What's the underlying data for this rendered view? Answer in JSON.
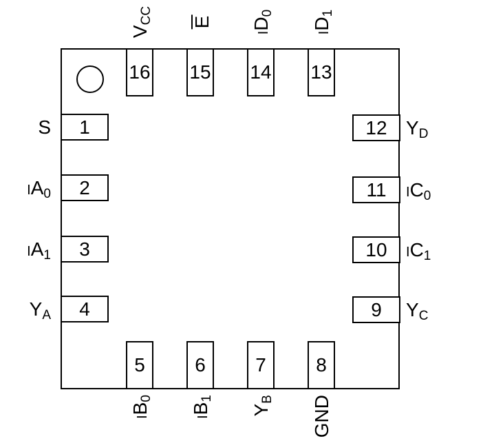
{
  "colors": {
    "background": "#ffffff",
    "line": "#000000",
    "text": "#000000"
  },
  "icons": {
    "pin1_indicator": "circle"
  },
  "pins": [
    {
      "number": "1",
      "side": "left",
      "signal": "S",
      "label": {
        "base": "S"
      }
    },
    {
      "number": "2",
      "side": "left",
      "signal": "IA0",
      "label": {
        "pre": "I",
        "base": "A",
        "sub": "0"
      }
    },
    {
      "number": "3",
      "side": "left",
      "signal": "IA1",
      "label": {
        "pre": "I",
        "base": "A",
        "sub": "1"
      }
    },
    {
      "number": "4",
      "side": "left",
      "signal": "YA",
      "label": {
        "base": "Y",
        "sub": "A"
      }
    },
    {
      "number": "5",
      "side": "bottom",
      "signal": "IB0",
      "label": {
        "pre": "I",
        "base": "B",
        "sub": "0"
      }
    },
    {
      "number": "6",
      "side": "bottom",
      "signal": "IB1",
      "label": {
        "pre": "I",
        "base": "B",
        "sub": "1"
      }
    },
    {
      "number": "7",
      "side": "bottom",
      "signal": "YB",
      "label": {
        "base": "Y",
        "sub": "B"
      }
    },
    {
      "number": "8",
      "side": "bottom",
      "signal": "GND",
      "label": {
        "base": "GND"
      }
    },
    {
      "number": "9",
      "side": "right",
      "signal": "YC",
      "label": {
        "base": "Y",
        "sub": "C"
      }
    },
    {
      "number": "10",
      "side": "right",
      "signal": "IC1",
      "label": {
        "pre": "I",
        "base": "C",
        "sub": "1"
      }
    },
    {
      "number": "11",
      "side": "right",
      "signal": "IC0",
      "label": {
        "pre": "I",
        "base": "C",
        "sub": "0"
      }
    },
    {
      "number": "12",
      "side": "right",
      "signal": "YD",
      "label": {
        "base": "Y",
        "sub": "D"
      }
    },
    {
      "number": "13",
      "side": "top",
      "signal": "ID1",
      "label": {
        "pre": "I",
        "base": "D",
        "sub": "1"
      }
    },
    {
      "number": "14",
      "side": "top",
      "signal": "ID0",
      "label": {
        "pre": "I",
        "base": "D",
        "sub": "0"
      }
    },
    {
      "number": "15",
      "side": "top",
      "signal": "E",
      "label": {
        "base": "E",
        "overline": true
      }
    },
    {
      "number": "16",
      "side": "top",
      "signal": "VCC",
      "label": {
        "base": "V",
        "sub": "CC"
      }
    }
  ]
}
